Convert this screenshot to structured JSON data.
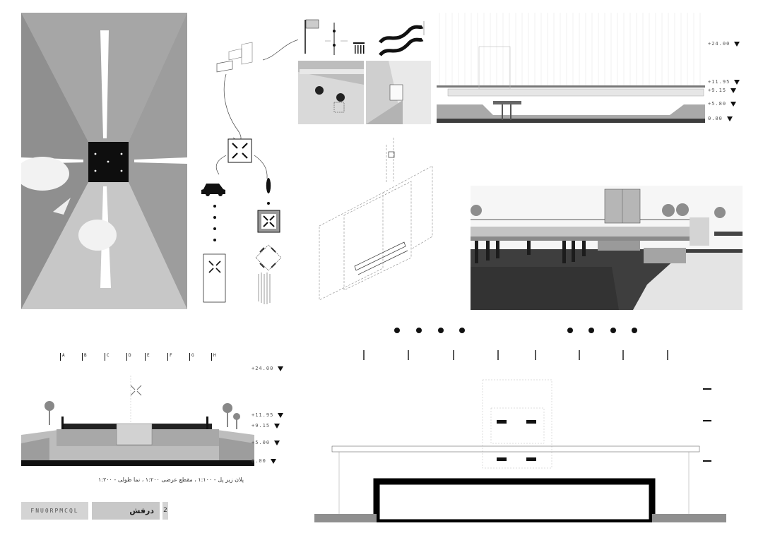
{
  "section_levels": [
    "+24.00",
    "+11.95",
    "+9.15",
    "+5.00",
    "0.00"
  ],
  "elevation_levels": [
    "+24.00",
    "+11.95",
    "+9.15",
    "+5.80",
    "0.00"
  ],
  "grid_labels": [
    "A",
    "B",
    "C",
    "D",
    "E",
    "F",
    "G",
    "H"
  ],
  "caption": "پلان زیر پل - ۱:۱۰۰ ، مقطع عرضی ۱:۲۰۰ ، نما طولی - ۱:۲۰۰",
  "title_block": {
    "code": "FNU0RPMCQL",
    "name": "درفش",
    "sheet_number": "2"
  },
  "icons": {
    "light_cross": "light-cross-icon",
    "car": "car-icon",
    "person": "person-icon",
    "triangle": "level-triangle-icon"
  },
  "colors": {
    "ink": "#111111",
    "concrete": "#9a9a9a",
    "light_concrete": "#c9c9c9",
    "water": "#3e3e3e",
    "sky": "#f4f4f4"
  }
}
